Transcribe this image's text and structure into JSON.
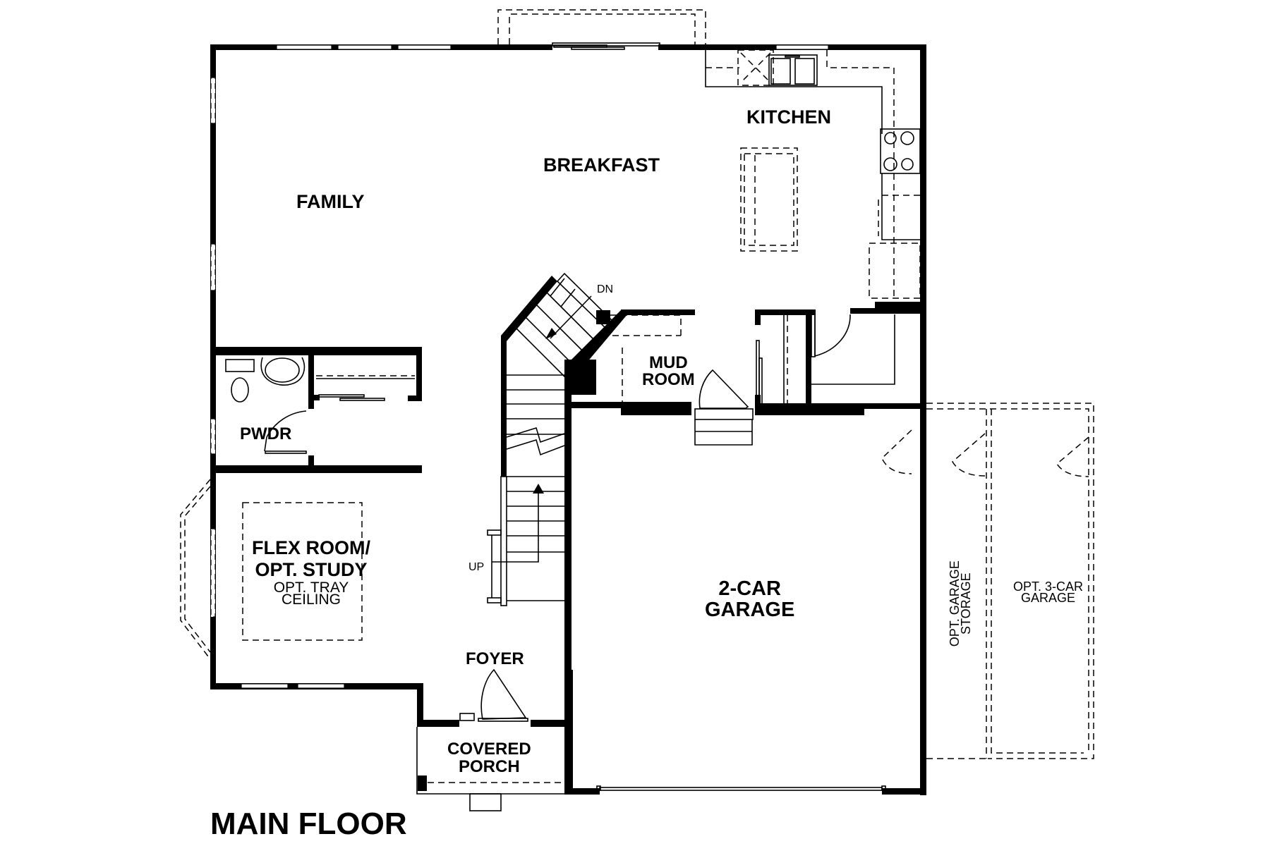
{
  "plan": {
    "title": "MAIN FLOOR",
    "colors": {
      "wall": "#000000",
      "background": "#ffffff"
    }
  },
  "rooms": {
    "family": "FAMILY",
    "breakfast": "BREAKFAST",
    "kitchen": "KITCHEN",
    "mud_room": [
      "MUD",
      "ROOM"
    ],
    "powder": "PWDR",
    "flex_room": [
      "FLEX ROOM/",
      "OPT. STUDY"
    ],
    "flex_room_note": [
      "OPT. TRAY",
      "CEILING"
    ],
    "foyer": "FOYER",
    "covered_porch": [
      "COVERED",
      "PORCH"
    ],
    "garage": [
      "2-CAR",
      "GARAGE"
    ],
    "opt_garage_storage": [
      "OPT. GARAGE",
      "STORAGE"
    ],
    "opt_3car_garage": [
      "OPT. 3-CAR",
      "GARAGE"
    ]
  },
  "stairs": {
    "down_label": "DN",
    "up_label": "UP"
  },
  "icons": {
    "range": "stove-burners-icon",
    "sink": "double-sink-icon",
    "toilet": "toilet-icon",
    "lavatory": "lavatory-sink-icon",
    "door_swing": "door-swing-arc-icon",
    "stair_arrow": "stair-direction-arrow-icon"
  }
}
